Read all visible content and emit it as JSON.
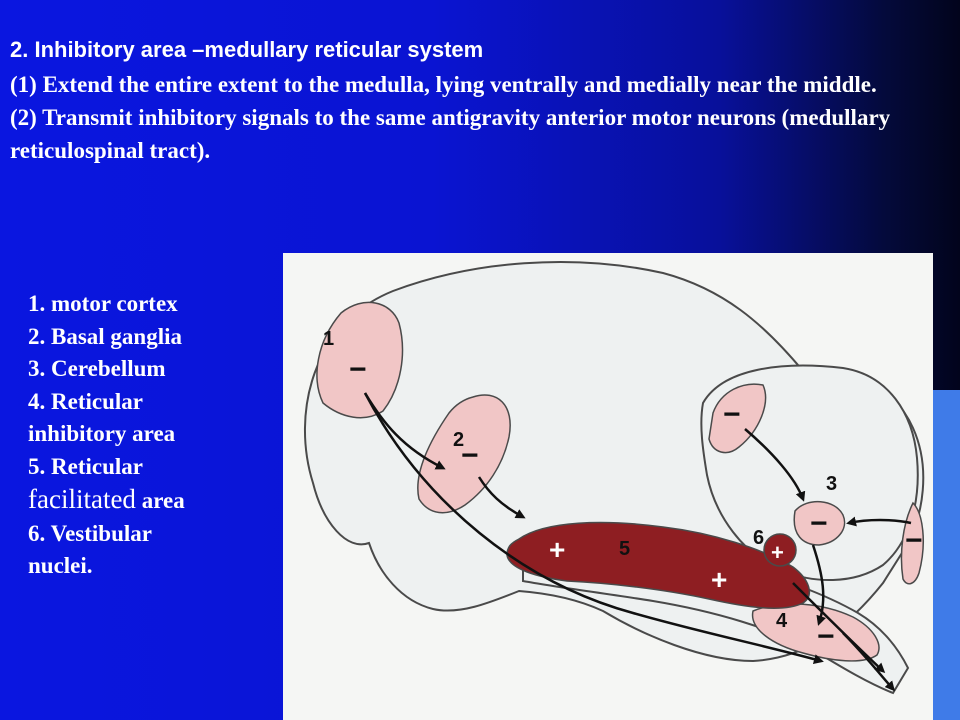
{
  "slide": {
    "heading": "2. Inhibitory area –medullary reticular system",
    "paragraphs": [
      " (1) Extend the entire extent to the medulla, lying ventrally and medially near the middle.",
      " (2) Transmit inhibitory signals to the same antigravity anterior motor neurons (medullary reticulospinal tract)."
    ]
  },
  "legend": {
    "motor_cortex": "1. motor cortex",
    "basal_ganglia": "2. Basal ganglia",
    "cerebellum": "3. Cerebellum",
    "reticular_inhibitory_1": "4. Reticular",
    "reticular_inhibitory_2": "inhibitory area",
    "reticular_facilitated_1": "5. Reticular",
    "reticular_facilitated_2a": "facilitated",
    "reticular_facilitated_2b": " area",
    "vestibular_1": "6. Vestibular",
    "vestibular_2": "nuclei."
  },
  "figure": {
    "labels": {
      "motor_cortex": "1",
      "basal_ganglia": "2",
      "cerebellum": "3",
      "reticular_inhibitory": "4",
      "reticular_facilitated": "5",
      "vestibular": "6"
    },
    "signs": {
      "minus": "−",
      "plus": "+"
    },
    "colors": {
      "excitatory_area": "#8e1e22",
      "inhibitory_area": "#f1c6c6",
      "outline": "#4a4a4a",
      "background": "#f5f6f4"
    }
  }
}
